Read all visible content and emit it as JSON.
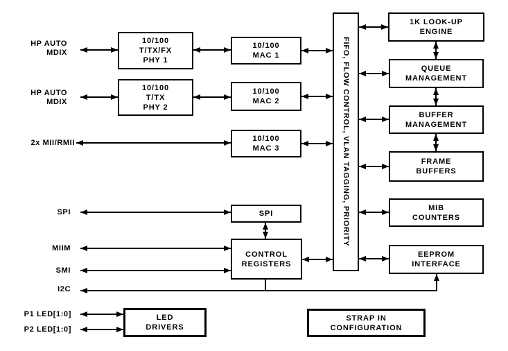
{
  "colors": {
    "background": "#ffffff",
    "line": "#000000",
    "text": "#000000",
    "box_fill": "#ffffff"
  },
  "left_labels": {
    "hp_mdix_1": [
      "HP AUTO",
      "MDIX"
    ],
    "hp_mdix_2": [
      "HP AUTO",
      "MDIX"
    ],
    "mii_rmii": "2x MII/RMII",
    "spi": "SPI",
    "miim": "MIIM",
    "smi": "SMI",
    "i2c": "I2C",
    "p1_led": "P1 LED[1:0]",
    "p2_led": "P2 LED[1:0]"
  },
  "blocks": {
    "phy1": {
      "lines": [
        "10/100",
        "T/TX/FX",
        "PHY 1"
      ]
    },
    "phy2": {
      "lines": [
        "10/100",
        "T/TX",
        "PHY 2"
      ]
    },
    "mac1": {
      "lines": [
        "10/100",
        "MAC 1"
      ]
    },
    "mac2": {
      "lines": [
        "10/100",
        "MAC 2"
      ]
    },
    "mac3": {
      "lines": [
        "10/100",
        "MAC 3"
      ]
    },
    "spi": {
      "lines": [
        "SPI"
      ]
    },
    "control_registers": {
      "lines": [
        "CONTROL",
        "REGISTERS"
      ]
    },
    "led_drivers": {
      "lines": [
        "LED",
        "DRIVERS"
      ]
    },
    "fifo": {
      "text": "FIFO, FLOW CONTROL, VLAN TAGGING, PRIORITY"
    },
    "lookup_engine": {
      "lines": [
        "1K LOOK-UP",
        "ENGINE"
      ]
    },
    "queue_management": {
      "lines": [
        "QUEUE",
        "MANAGEMENT"
      ]
    },
    "buffer_management": {
      "lines": [
        "BUFFER",
        "MANAGEMENT"
      ]
    },
    "frame_buffers": {
      "lines": [
        "FRAME",
        "BUFFERS"
      ]
    },
    "mib_counters": {
      "lines": [
        "MIB",
        "COUNTERS"
      ]
    },
    "eeprom_interface": {
      "lines": [
        "EEPROM",
        "INTERFACE"
      ]
    },
    "strap_in": {
      "lines": [
        "STRAP IN",
        "CONFIGURATION"
      ]
    }
  },
  "connections": [
    {
      "from": "HP AUTO MDIX (1)",
      "to": "10/100 T/TX/FX PHY 1",
      "bidirectional": true
    },
    {
      "from": "HP AUTO MDIX (2)",
      "to": "10/100 T/TX PHY 2",
      "bidirectional": true
    },
    {
      "from": "2x MII/RMII",
      "to": "10/100 MAC 3",
      "bidirectional": true
    },
    {
      "from": "10/100 T/TX/FX PHY 1",
      "to": "10/100 MAC 1",
      "bidirectional": true
    },
    {
      "from": "10/100 T/TX PHY 2",
      "to": "10/100 MAC 2",
      "bidirectional": true
    },
    {
      "from": "10/100 MAC 1",
      "to": "FIFO, FLOW CONTROL, VLAN TAGGING, PRIORITY",
      "bidirectional": true
    },
    {
      "from": "10/100 MAC 2",
      "to": "FIFO, FLOW CONTROL, VLAN TAGGING, PRIORITY",
      "bidirectional": true
    },
    {
      "from": "10/100 MAC 3",
      "to": "FIFO, FLOW CONTROL, VLAN TAGGING, PRIORITY",
      "bidirectional": true
    },
    {
      "from": "CONTROL REGISTERS",
      "to": "FIFO, FLOW CONTROL, VLAN TAGGING, PRIORITY",
      "bidirectional": true
    },
    {
      "from": "FIFO, FLOW CONTROL, VLAN TAGGING, PRIORITY",
      "to": "1K LOOK-UP ENGINE",
      "bidirectional": true
    },
    {
      "from": "FIFO, FLOW CONTROL, VLAN TAGGING, PRIORITY",
      "to": "QUEUE MANAGEMENT",
      "bidirectional": true
    },
    {
      "from": "FIFO, FLOW CONTROL, VLAN TAGGING, PRIORITY",
      "to": "BUFFER MANAGEMENT",
      "bidirectional": true
    },
    {
      "from": "FIFO, FLOW CONTROL, VLAN TAGGING, PRIORITY",
      "to": "FRAME BUFFERS",
      "bidirectional": true
    },
    {
      "from": "FIFO, FLOW CONTROL, VLAN TAGGING, PRIORITY",
      "to": "MIB COUNTERS",
      "bidirectional": true
    },
    {
      "from": "FIFO, FLOW CONTROL, VLAN TAGGING, PRIORITY",
      "to": "EEPROM INTERFACE",
      "bidirectional": true
    },
    {
      "from": "1K LOOK-UP ENGINE",
      "to": "QUEUE MANAGEMENT",
      "bidirectional": true
    },
    {
      "from": "QUEUE MANAGEMENT",
      "to": "BUFFER MANAGEMENT",
      "bidirectional": true
    },
    {
      "from": "BUFFER MANAGEMENT",
      "to": "FRAME BUFFERS",
      "bidirectional": true
    },
    {
      "from": "SPI (pins)",
      "to": "SPI",
      "bidirectional": true
    },
    {
      "from": "MIIM",
      "to": "CONTROL REGISTERS",
      "bidirectional": true
    },
    {
      "from": "SMI",
      "to": "CONTROL REGISTERS",
      "bidirectional": true
    },
    {
      "from": "SPI",
      "to": "CONTROL REGISTERS",
      "bidirectional": true
    },
    {
      "from": "I2C / CONTROL REGISTERS",
      "to": "EEPROM INTERFACE",
      "bidirectional": false
    },
    {
      "from": "P1 LED[1:0]",
      "to": "LED DRIVERS",
      "bidirectional": true
    },
    {
      "from": "P2 LED[1:0]",
      "to": "LED DRIVERS",
      "bidirectional": true
    }
  ]
}
